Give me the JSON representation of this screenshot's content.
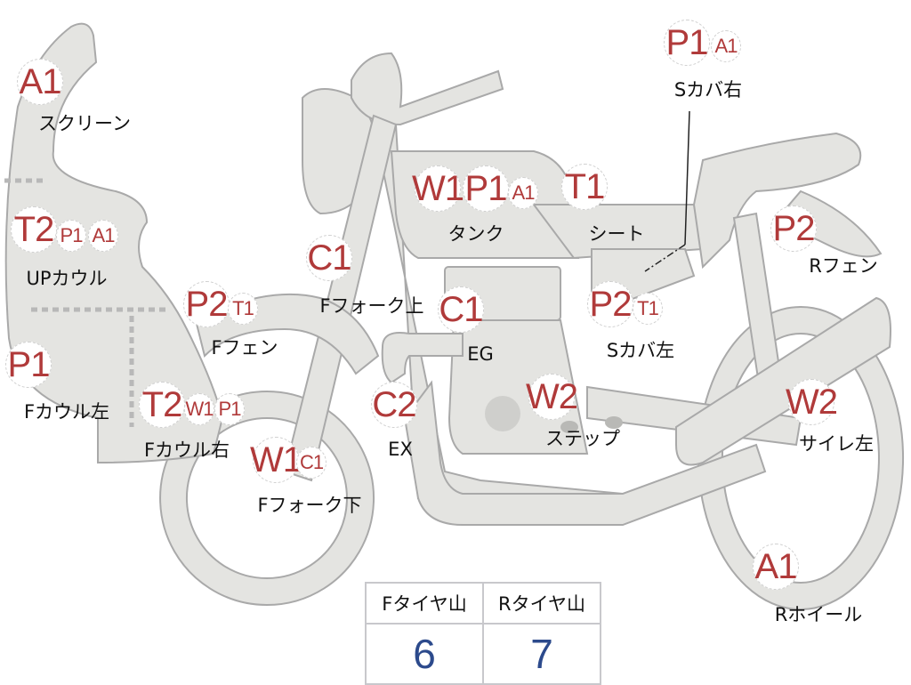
{
  "parts": [
    {
      "label": "スクリーン",
      "codes": [
        "A1"
      ]
    },
    {
      "label": "UPカウル",
      "codes": [
        "T2",
        "P1",
        "A1"
      ]
    },
    {
      "label": "Fカウル左",
      "codes": [
        "P1"
      ]
    },
    {
      "label": "Fカウル右",
      "codes": [
        "T2",
        "W1",
        "P1"
      ]
    },
    {
      "label": "Fフェン",
      "codes": [
        "P2",
        "T1"
      ]
    },
    {
      "label": "Fフォーク上",
      "codes": [
        "C1"
      ]
    },
    {
      "label": "Fフォーク下",
      "codes": [
        "W1",
        "C1"
      ]
    },
    {
      "label": "タンク",
      "codes": [
        "W1",
        "P1",
        "A1"
      ]
    },
    {
      "label": "シート",
      "codes": [
        "T1"
      ]
    },
    {
      "label": "Sカバ右",
      "codes": [
        "P1",
        "A1"
      ]
    },
    {
      "label": "Rフェン",
      "codes": [
        "P2"
      ]
    },
    {
      "label": "EG",
      "codes": [
        "C1"
      ]
    },
    {
      "label": "Sカバ左",
      "codes": [
        "P2",
        "T1"
      ]
    },
    {
      "label": "EX",
      "codes": [
        "C2"
      ]
    },
    {
      "label": "ステップ",
      "codes": [
        "W2"
      ]
    },
    {
      "label": "サイレ左",
      "codes": [
        "W2"
      ]
    },
    {
      "label": "Rホイール",
      "codes": [
        "A1"
      ]
    }
  ],
  "tires": {
    "front_label": "Fタイヤ山",
    "front_value": "6",
    "rear_label": "Rタイヤ山",
    "rear_value": "7"
  },
  "colors": {
    "code": "#b03a3a",
    "tire_value": "#2c4a8c",
    "body": "#e4e4e1"
  }
}
